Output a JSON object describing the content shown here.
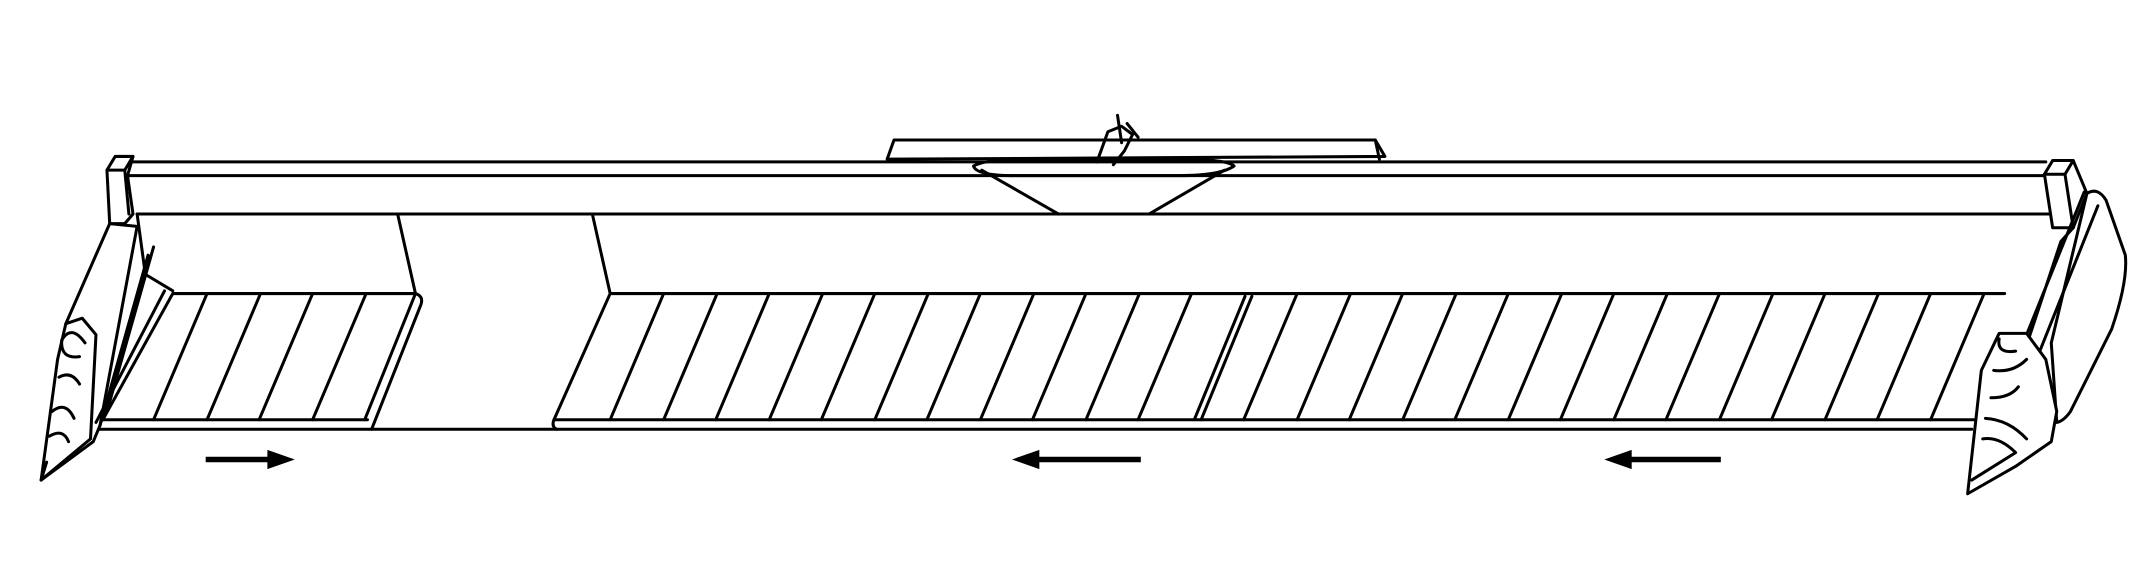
{
  "figure": {
    "line_color": "#000000",
    "background": "#ffffff",
    "conveyor_arrows": [
      {
        "section": "left",
        "direction": "right"
      },
      {
        "section": "center",
        "direction": "left"
      },
      {
        "section": "right",
        "direction": "left"
      }
    ]
  }
}
